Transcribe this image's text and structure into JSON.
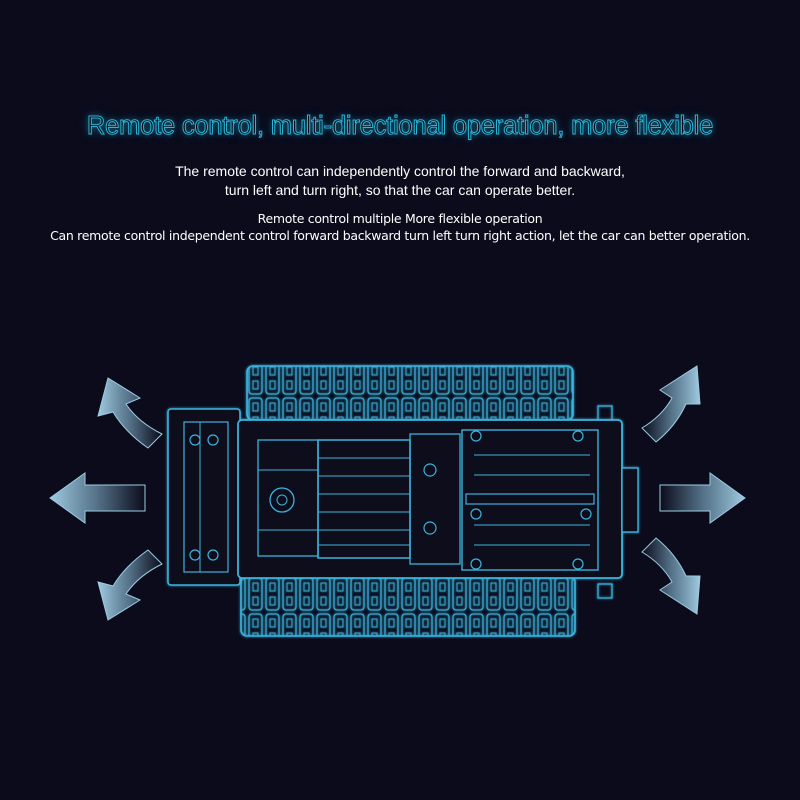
{
  "headline": "Remote control, multi-directional operation, more flexible",
  "description": {
    "line1": "The remote control can independently control the forward and backward,",
    "line2": "turn left and turn right, so that the car can operate better."
  },
  "subdescription": {
    "line1": "Remote control multiple More flexible operation",
    "line2": "Can remote control independent control forward backward turn left turn right action, let the car can better operation."
  },
  "colors": {
    "background": "#0b0b1c",
    "accent": "#2ab6d8",
    "arrow": "#8fc4de"
  },
  "icons": [
    "arrow-up-left-icon",
    "arrow-left-icon",
    "arrow-down-left-icon",
    "arrow-up-right-icon",
    "arrow-right-icon",
    "arrow-down-right-icon"
  ]
}
